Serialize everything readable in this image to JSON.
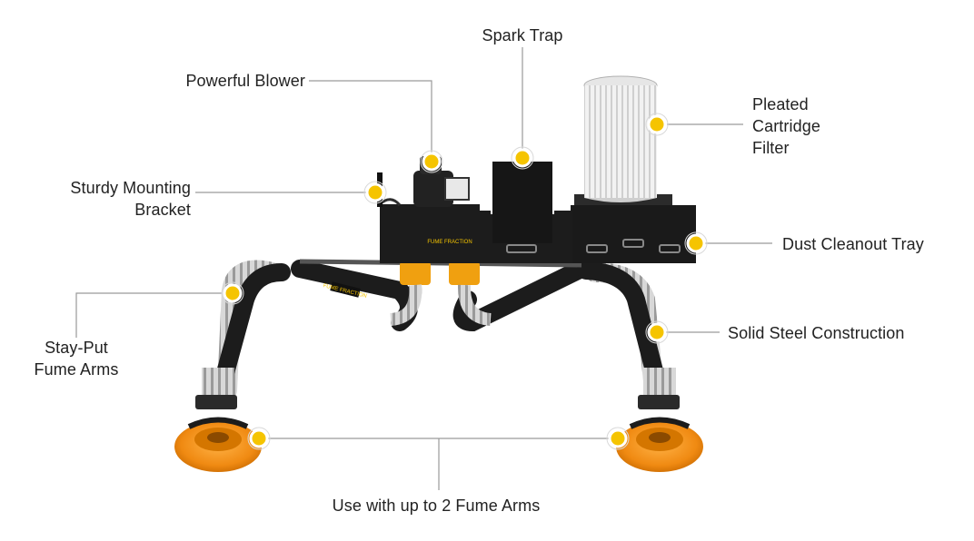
{
  "brand": {
    "logo_text": "FUME FRACTION",
    "accent": "#f5c400",
    "body_color": "#1c1c1c",
    "cup_color": "#f08a12"
  },
  "callouts": {
    "spark_trap": "Spark Trap",
    "powerful_blower": "Powerful Blower",
    "pleated_filter_1": "Pleated",
    "pleated_filter_2": "Cartridge",
    "pleated_filter_3": "Filter",
    "mounting_bracket_1": "Sturdy Mounting",
    "mounting_bracket_2": "Bracket",
    "dust_tray": "Dust Cleanout Tray",
    "stay_put_1": "Stay-Put",
    "stay_put_2": "Fume Arms",
    "steel": "Solid Steel Construction",
    "fume_arms": "Use with up to 2 Fume Arms"
  }
}
